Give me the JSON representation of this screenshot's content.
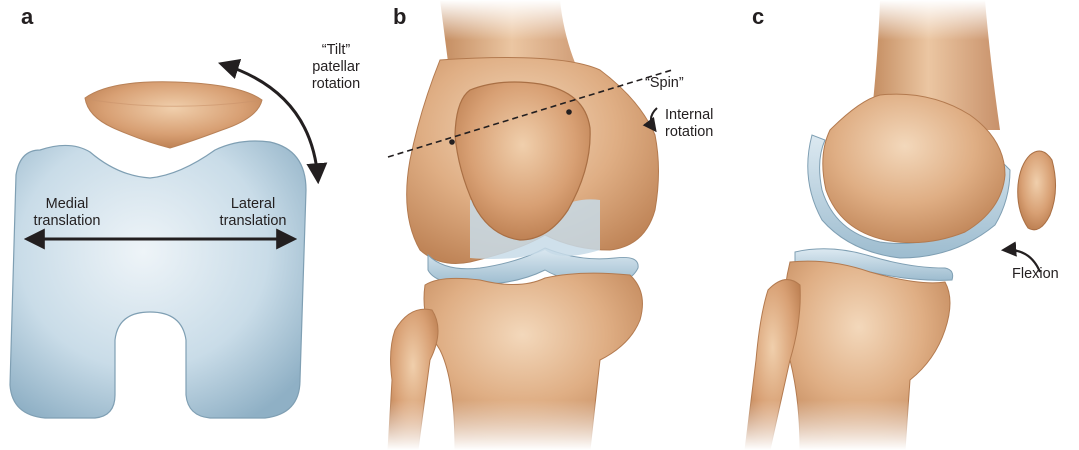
{
  "panels": [
    {
      "letter": "a",
      "labels": {
        "tilt_1": "“Tilt”",
        "tilt_2": "patellar",
        "tilt_3": "rotation",
        "medial_1": "Medial",
        "medial_2": "translation",
        "lateral_1": "Lateral",
        "lateral_2": "translation"
      }
    },
    {
      "letter": "b",
      "labels": {
        "spin": "“Spin”",
        "internal_1": "Internal",
        "internal_2": "rotation"
      }
    },
    {
      "letter": "c",
      "labels": {
        "flexion": "Flexion"
      }
    }
  ],
  "colors": {
    "bone_light": "#f1d2b2",
    "bone_mid": "#d9a276",
    "bone_dark": "#b97a4e",
    "cartilage_light": "#e3eef5",
    "cartilage_mid": "#b7d0e0",
    "cartilage_dark": "#88a9bf",
    "ink": "#231f20"
  }
}
